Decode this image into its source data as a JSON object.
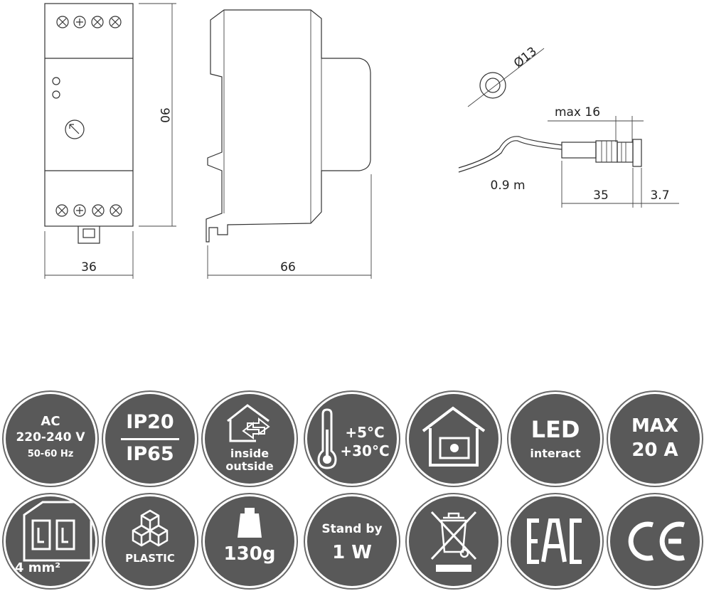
{
  "dimensions": {
    "front_width": "36",
    "height": "90",
    "side_depth": "66",
    "sensor_diameter": "Ø13",
    "sensor_max": "max 16",
    "cable_length": "0.9 m",
    "sensor_body": "35",
    "sensor_cap": "3.7"
  },
  "icons": [
    {
      "name": "power-supply",
      "lines": [
        "AC",
        "220-240 V",
        "50-60 Hz"
      ]
    },
    {
      "name": "ip-rating",
      "top": "IP20",
      "bottom": "IP65"
    },
    {
      "name": "inside-outside",
      "lines": [
        "inside",
        "outside"
      ]
    },
    {
      "name": "temperature-range",
      "lines": [
        "+5°C",
        "+30°C"
      ]
    },
    {
      "name": "indoor-use",
      "lines": []
    },
    {
      "name": "led-indicator",
      "big": "LED",
      "small": "interact"
    },
    {
      "name": "max-current",
      "lines": [
        "MAX",
        "20 A"
      ]
    },
    {
      "name": "wire-section",
      "label": "4 mm²"
    },
    {
      "name": "material",
      "label": "PLASTIC"
    },
    {
      "name": "weight",
      "label": "130g"
    },
    {
      "name": "standby-power",
      "lines": [
        "Stand by",
        "1 W"
      ]
    },
    {
      "name": "weee-disposal",
      "lines": []
    },
    {
      "name": "eac-mark",
      "label": "EAC"
    },
    {
      "name": "ce-mark",
      "label": "CE"
    }
  ]
}
